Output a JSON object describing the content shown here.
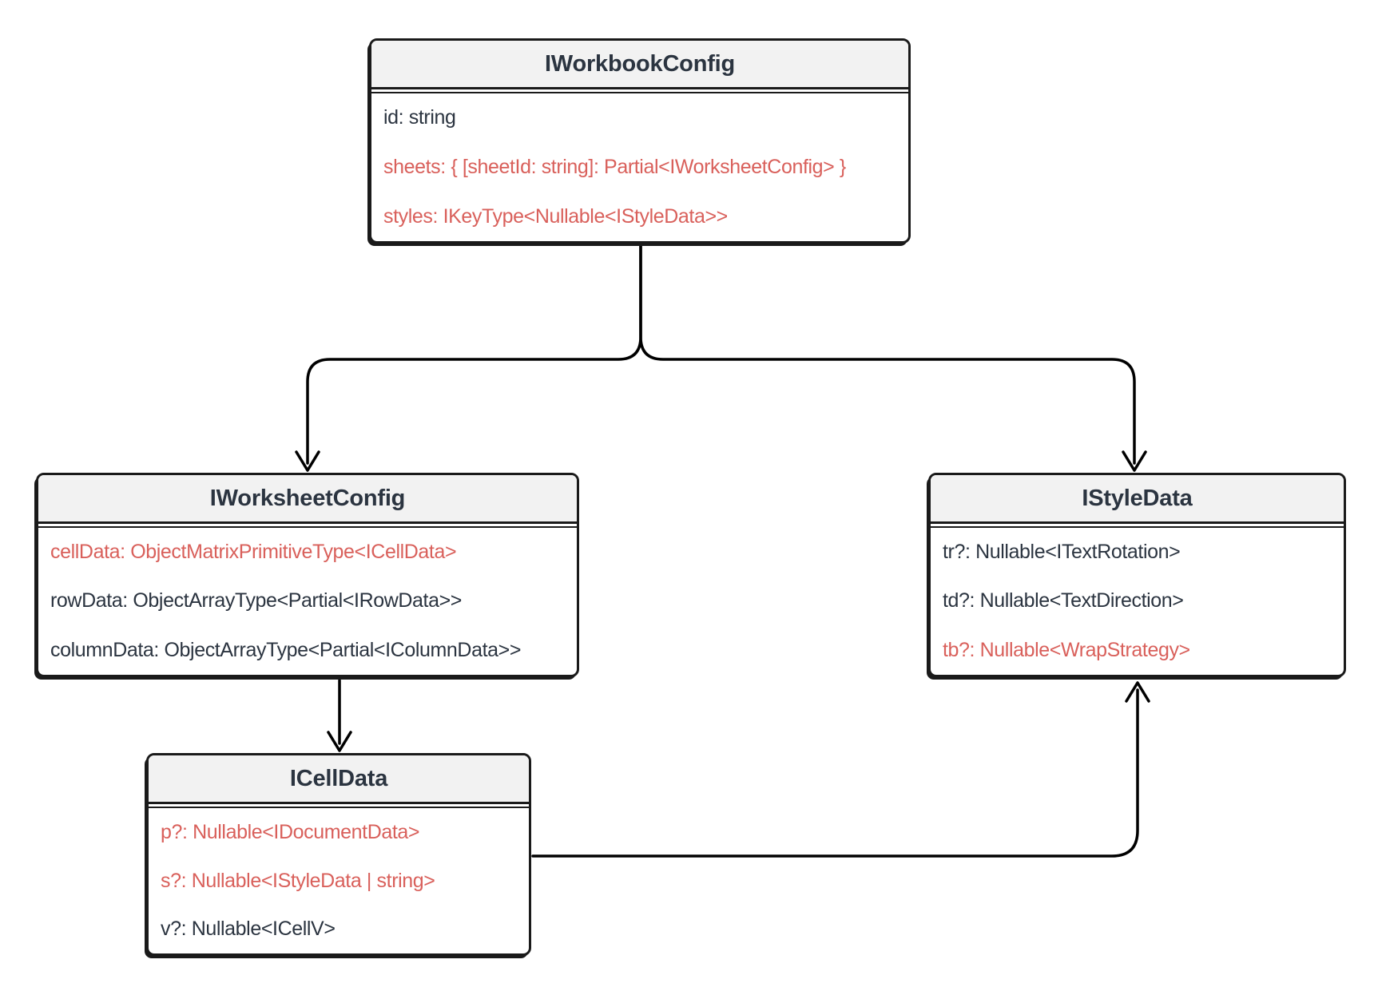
{
  "diagram": {
    "type": "class-diagram",
    "colors": {
      "box_border": "#1a1a1a",
      "header_fill": "#f2f2f2",
      "body_fill": "#ffffff",
      "text_dark": "#2b3440",
      "text_red": "#d9605b",
      "edge": "#000000"
    },
    "classes": [
      {
        "title": "IWorkbookConfig",
        "members": [
          {
            "text": "id: string",
            "color": "dark"
          },
          {
            "text": "sheets: { [sheetId: string]: Partial<IWorksheetConfig> }",
            "color": "red"
          },
          {
            "text": "styles: IKeyType<Nullable<IStyleData>>",
            "color": "red"
          }
        ]
      },
      {
        "title": "IWorksheetConfig",
        "members": [
          {
            "text": "cellData: ObjectMatrixPrimitiveType<ICellData>",
            "color": "red"
          },
          {
            "text": "rowData: ObjectArrayType<Partial<IRowData>>",
            "color": "dark"
          },
          {
            "text": "columnData: ObjectArrayType<Partial<IColumnData>>",
            "color": "dark"
          }
        ]
      },
      {
        "title": "IStyleData",
        "members": [
          {
            "text": "tr?: Nullable<ITextRotation>",
            "color": "dark"
          },
          {
            "text": "td?: Nullable<TextDirection>",
            "color": "dark"
          },
          {
            "text": "tb?: Nullable<WrapStrategy>",
            "color": "red"
          }
        ]
      },
      {
        "title": "ICellData",
        "members": [
          {
            "text": "p?: Nullable<IDocumentData>",
            "color": "red"
          },
          {
            "text": "s?: Nullable<IStyleData | string>",
            "color": "red"
          },
          {
            "text": "v?: Nullable<ICellV>",
            "color": "dark"
          }
        ]
      }
    ],
    "edges": [
      {
        "from": "IWorkbookConfig",
        "to": "IWorksheetConfig",
        "arrow": "down"
      },
      {
        "from": "IWorkbookConfig",
        "to": "IStyleData",
        "arrow": "down"
      },
      {
        "from": "IWorksheetConfig",
        "to": "ICellData",
        "arrow": "down"
      },
      {
        "from": "ICellData",
        "to": "IStyleData",
        "arrow": "up"
      }
    ]
  }
}
